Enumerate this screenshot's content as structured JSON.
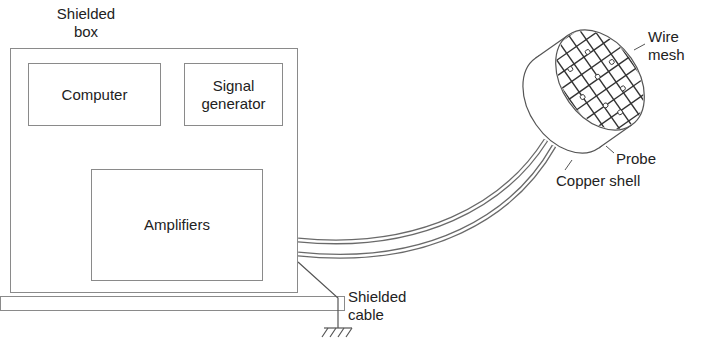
{
  "diagram": {
    "nodes": [
      {
        "text": [
          "Shielded box"
        ]
      },
      {
        "text": [
          "Computer"
        ],
        "in": 0
      },
      {
        "text": [
          "Signal generator"
        ],
        "in": 0
      },
      {
        "text": [
          "Amplifiers"
        ],
        "in": 0
      }
    ],
    "labels": [
      "Wire mesh",
      "Probe",
      "Copper shell",
      "Shielded cable"
    ]
  }
}
